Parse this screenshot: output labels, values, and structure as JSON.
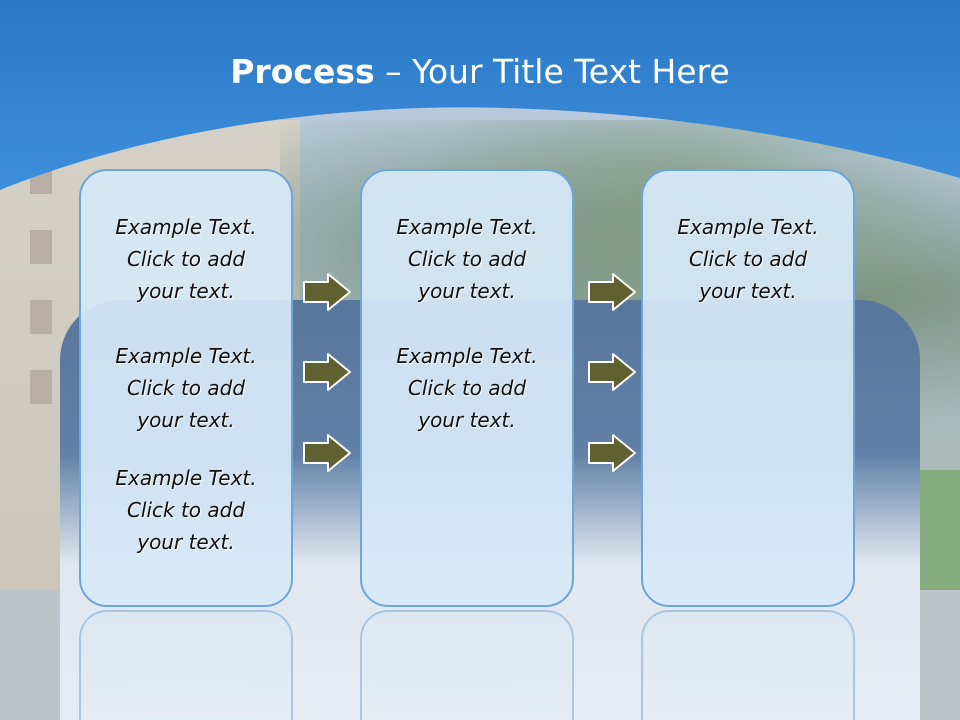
{
  "slide": {
    "title_bold": "Process",
    "title_rest": " – Your Title Text Here"
  },
  "boxes": [
    {
      "paragraphs": [
        [
          "Example Text.",
          "Click  to add",
          "your text."
        ],
        [
          "Example Text.",
          "Click  to add",
          "your text."
        ],
        [
          "Example Text.",
          "Click  to add",
          "your text."
        ]
      ]
    },
    {
      "paragraphs": [
        [
          "Example Text.",
          "Click  to add",
          "your text."
        ],
        [
          "Example Text.",
          "Click  to add",
          "your text."
        ]
      ]
    },
    {
      "paragraphs": [
        [
          "Example Text.",
          "Click  to add",
          "your text."
        ]
      ]
    }
  ],
  "icons": {
    "arrow": "right-arrow-icon"
  },
  "colors": {
    "header_blue": "#2f7fce",
    "box_fill": "#d6e8f8",
    "box_border": "#6fa4d6",
    "arrow_fill": "#5f6131",
    "arrow_stroke": "#ffffff"
  }
}
